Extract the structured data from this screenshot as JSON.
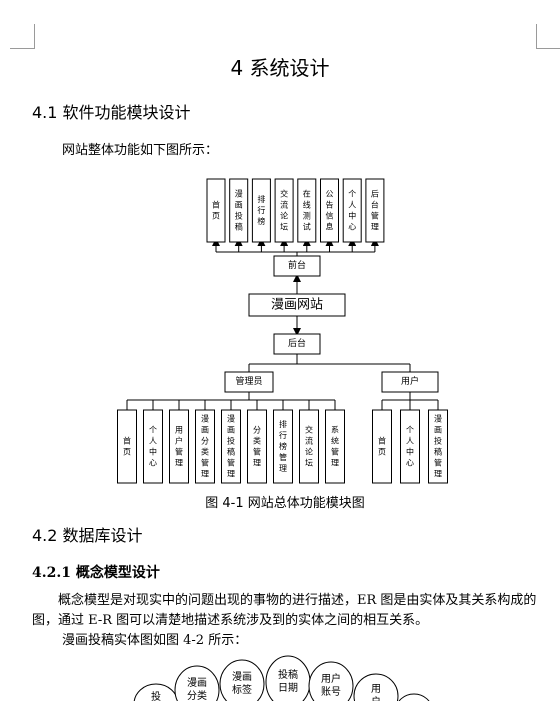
{
  "heading_main": "4 系统设计",
  "section_4_1": "4.1  软件功能模块设计",
  "intro_text": "网站整体功能如下图所示：",
  "diagram": {
    "front_modules": [
      "首页",
      "漫画投稿",
      "排行榜",
      "交流论坛",
      "在线测试",
      "公告信息",
      "个人中心",
      "后台管理"
    ],
    "front_label": "前台",
    "root_label": "漫画网站",
    "back_label": "后台",
    "admin_label": "管理员",
    "user_label": "用户",
    "admin_modules": [
      "首页",
      "个人中心",
      "用户管理",
      "漫画分类管理",
      "漫画投稿管理",
      "分类管理",
      "排行榜管理",
      "交流论坛",
      "系统管理"
    ],
    "user_modules": [
      "首页",
      "个人中心",
      "漫画投稿管理"
    ]
  },
  "figure_caption": "图  4-1 网站总体功能模块图",
  "section_4_2": "4.2 数据库设计",
  "section_4_2_1": "4.2.1 概念模型设计",
  "paragraph": "概念模型是对现实中的问题出现的事物的进行描述，ER 图是由实体及其关系构成的图，通过 E-R 图可以清楚地描述系统涉及到的实体之间的相互关系。",
  "paragraph_2": "漫画投稿实体图如图 4-2 所示：",
  "er_bubbles": [
    "投稿",
    "漫画分类",
    "漫画标签",
    "投稿日期",
    "用户账号",
    "用户"
  ]
}
